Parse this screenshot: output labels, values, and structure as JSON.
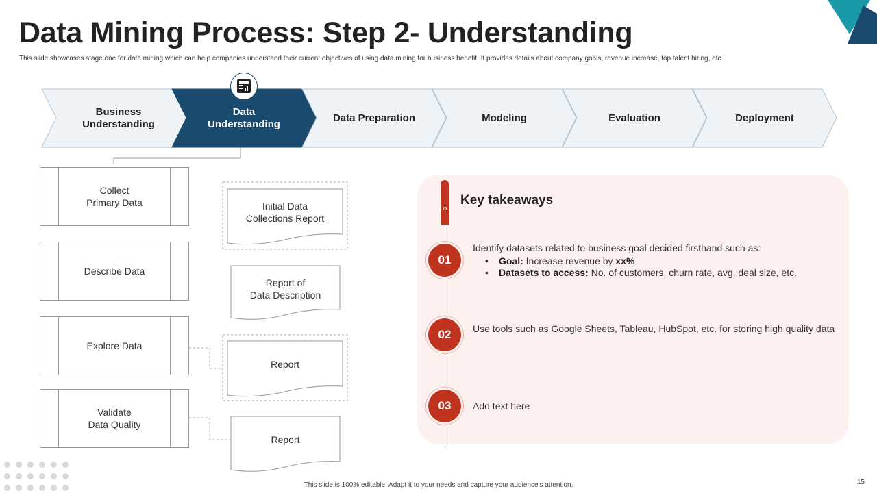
{
  "header": {
    "title": "Data Mining Process: Step 2- Understanding",
    "subtitle": "This slide showcases stage one for data mining which can help companies understand their current objectives of using data mining for business benefit. It provides details about company goals, revenue increase, top talent hiring, etc."
  },
  "steps": [
    {
      "label": "Business\nUnderstanding",
      "active": false
    },
    {
      "label": "Data\nUnderstanding",
      "active": true
    },
    {
      "label": "Data Preparation",
      "active": false
    },
    {
      "label": "Modeling",
      "active": false
    },
    {
      "label": "Evaluation",
      "active": false
    },
    {
      "label": "Deployment",
      "active": false
    }
  ],
  "step_icon": "data-analytics-icon",
  "tasks": [
    {
      "label": "Collect\nPrimary Data",
      "output": "Initial Data\nCollections Report"
    },
    {
      "label": "Describe Data",
      "output": "Report of\nData Description"
    },
    {
      "label": "Explore Data",
      "output": "Report"
    },
    {
      "label": "Validate\nData Quality",
      "output": "Report"
    }
  ],
  "takeaways": {
    "title": "Key takeaways",
    "items": [
      {
        "number": "01",
        "text": "Identify datasets related to business goal decided firsthand such as:",
        "bullets": [
          {
            "label": "Goal:",
            "pre": "Increase revenue by ",
            "bold_value": "xx%"
          },
          {
            "label": "Datasets to access:",
            "text": "No. of customers, churn rate, avg. deal size, etc."
          }
        ]
      },
      {
        "number": "02",
        "text": "Use tools such as Google Sheets, Tableau, HubSpot, etc. for storing high quality data"
      },
      {
        "number": "03",
        "text": "Add text here"
      }
    ]
  },
  "colors": {
    "primary": "#1a4a6e",
    "accent": "#c0331f",
    "chevron_light": "#eef3f8",
    "panel": "#fdf1ef",
    "corner_teal": "#1a9aa8"
  },
  "footer": {
    "text": "This slide is 100% editable. Adapt it to your needs and capture your audience's attention.",
    "page": "15"
  }
}
